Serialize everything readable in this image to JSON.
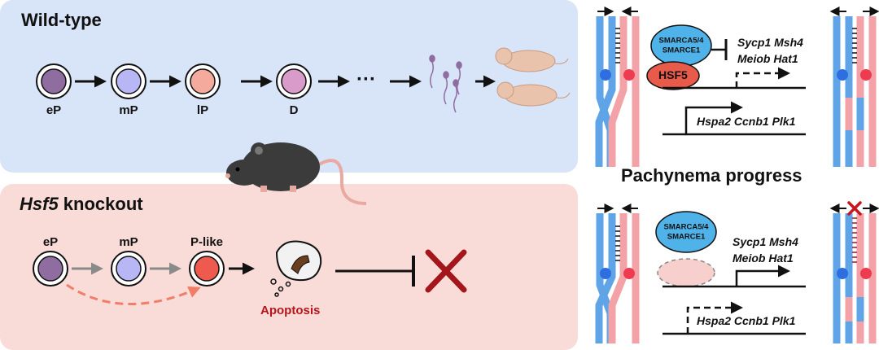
{
  "wild_type": {
    "title": "Wild-type",
    "cells": [
      {
        "label": "eP",
        "fill": "#8f6da0"
      },
      {
        "label": "mP",
        "fill": "#b9b6f5"
      },
      {
        "label": "lP",
        "fill": "#f5aa9e"
      },
      {
        "label": "D",
        "fill": "#d99bc9"
      }
    ],
    "ellipsis": "···"
  },
  "knockout": {
    "title_gene": "Hsf5",
    "title_rest": " knockout",
    "cells": [
      {
        "label": "eP",
        "fill": "#8f6da0"
      },
      {
        "label": "mP",
        "fill": "#b9b6f5"
      },
      {
        "label": "P-like",
        "fill": "#ef5a4e"
      }
    ],
    "apoptosis_label": "Apoptosis"
  },
  "pachynema_label": "Pachynema progress",
  "regulation_top": {
    "complex_line1": "SMARCA5/4",
    "complex_line2": "SMARCE1",
    "tf_label": "HSF5",
    "repressed_genes_line1": "Sycp1 Msh4",
    "repressed_genes_line2": "Meiob Hat1",
    "active_genes": "Hspa2 Ccnb1 Plk1"
  },
  "regulation_bottom": {
    "complex_line1": "SMARCA5/4",
    "complex_line2": "SMARCE1",
    "active_genes_line1": "Sycp1 Msh4",
    "active_genes_line2": "Meiob Hat1",
    "inactive_genes": "Hspa2 Ccnb1 Plk1"
  },
  "colors": {
    "wt_panel": "#d8e4f7",
    "ko_panel": "#f9dcd8",
    "chrom_blue": "#5ea4e6",
    "chrom_pink": "#f3a3a8",
    "centromere_blue": "#2f6ee0",
    "centromere_pink": "#ef3b50",
    "complex_blue": "#4fb3ea",
    "hsf5_red": "#e85a4a",
    "block_red": "#a3161b",
    "arrow_salmon": "#f07e68",
    "arrow_grey": "#8a8a8a"
  }
}
